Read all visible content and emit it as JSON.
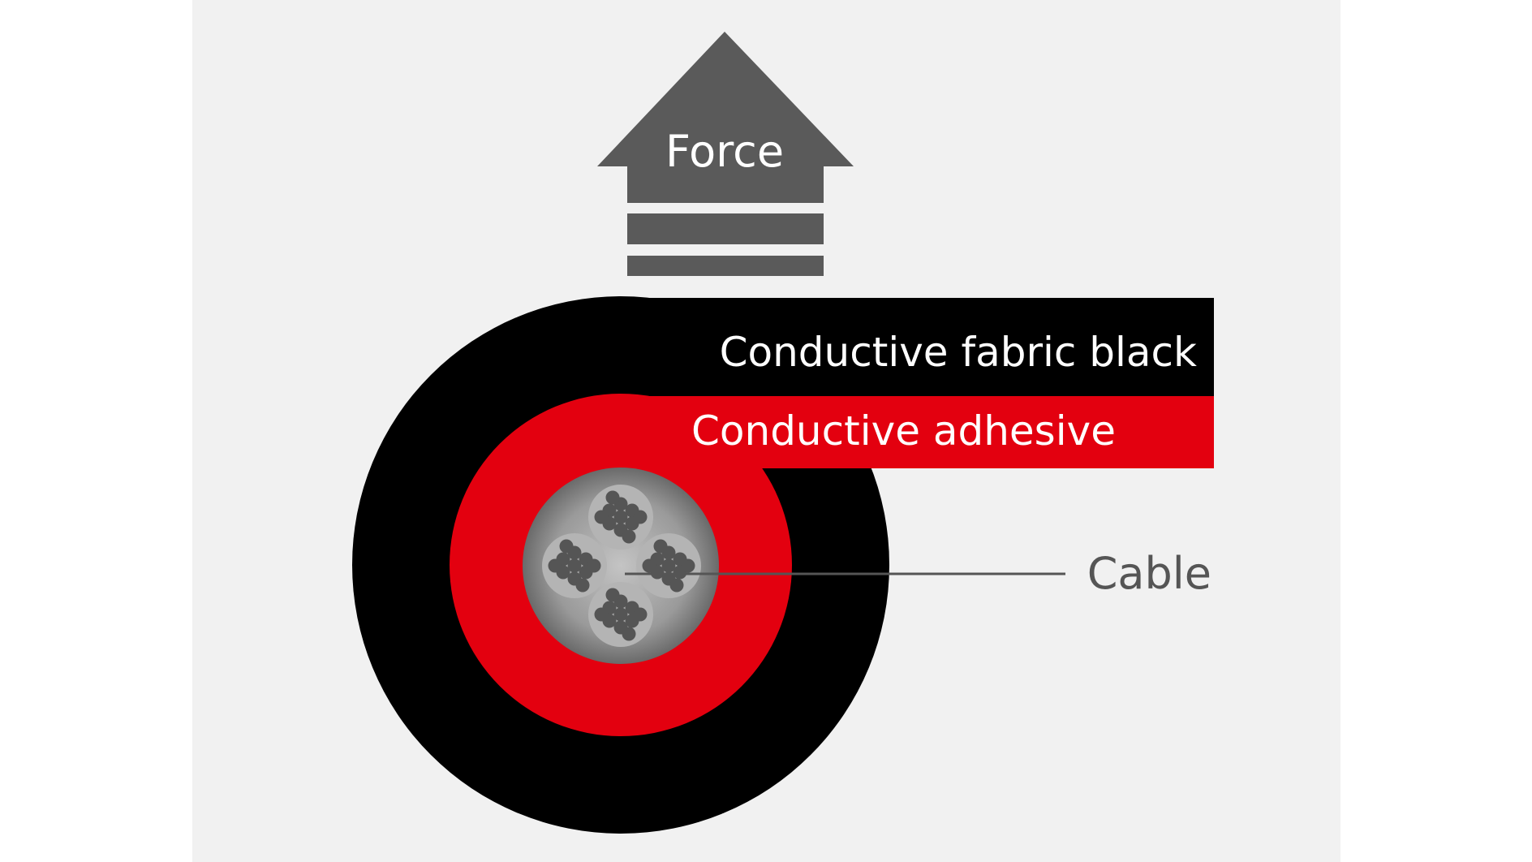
{
  "labels": {
    "force": "Force",
    "fabric": "Conductive fabric black",
    "adhesive": "Conductive adhesive",
    "cable": "Cable"
  },
  "colors": {
    "background": "#f1f1f1",
    "page": "#ffffff",
    "arrow": "#5a5a5a",
    "fabric": "#000000",
    "adhesive": "#e3000f",
    "cable_core": "#7d7d7d",
    "wire_bundle": "#b4b4b4",
    "strand": "#555555",
    "label_light": "#ffffff",
    "label_dark": "#555555",
    "leader_line": "#555555"
  },
  "icons": {
    "force_arrow": "up-arrow-icon"
  }
}
